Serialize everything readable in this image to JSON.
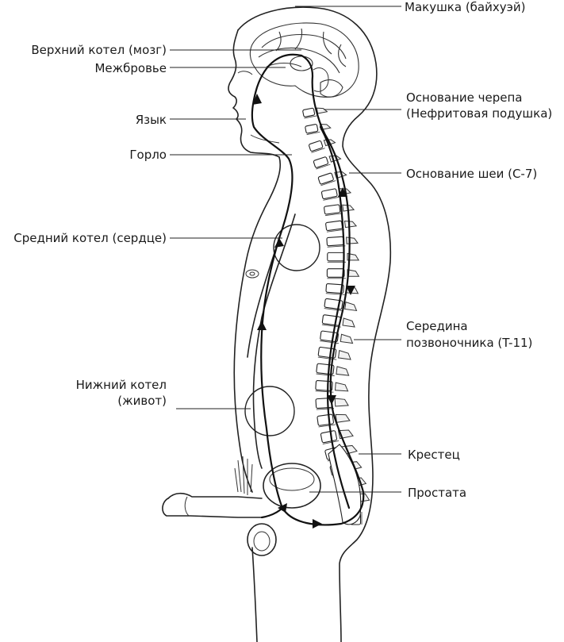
{
  "labels": {
    "crown": "Макушка (байхуэй)",
    "upper_cauldron": "Верхний котел (мозг)",
    "brow": "Межбровье",
    "tongue": "Язык",
    "throat": "Горло",
    "middle_cauldron": "Средний котел (сердце)",
    "lower_cauldron_1": "Нижний котел",
    "lower_cauldron_2": "(живот)",
    "skull_base_1": "Основание черепа",
    "skull_base_2": "(Нефритовая подушка)",
    "neck_base": "Основание шеи (C-7)",
    "mid_spine_1": "Середина",
    "mid_spine_2": "позвоночника (T-11)",
    "sacrum": "Крестец",
    "prostate": "Простата"
  }
}
